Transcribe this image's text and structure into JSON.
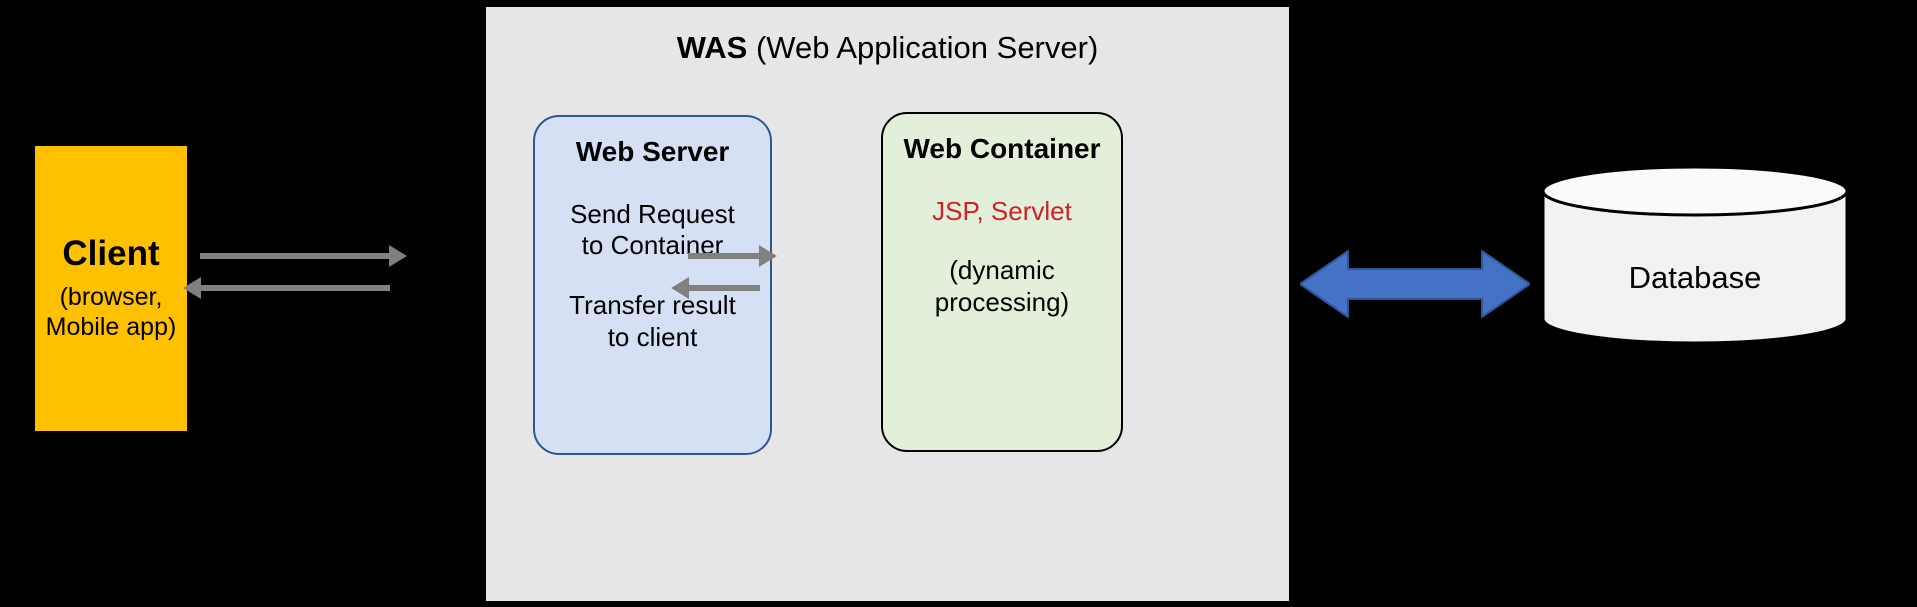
{
  "diagram": {
    "title_visible": false,
    "colors": {
      "background": "#000000",
      "client_fill": "#FFC000",
      "was_panel_fill": "#E6E6E6",
      "web_server_fill": "#D6E0F5",
      "web_server_border": "#2F5597",
      "web_container_fill": "#E2EFDA",
      "web_container_border": "#000000",
      "database_fill": "#F2F2F2",
      "database_border": "#000000",
      "gray_arrow": "#808080",
      "blue_arrow": "#4472C4",
      "blue_arrow_border": "#2F5597",
      "accent_red": "#D12026"
    }
  },
  "client": {
    "title": "Client",
    "subtitle_line1": "(browser,",
    "subtitle_line2": "Mobile app)"
  },
  "was": {
    "abbr": "WAS",
    "expansion": "(Web Application Server)"
  },
  "web_server": {
    "title": "Web Server",
    "para1_line1": "Send Request",
    "para1_line2": "to Container",
    "para2_line1": "Transfer result",
    "para2_line2": "to client"
  },
  "web_container": {
    "title": "Web Container",
    "tech": "JSP, Servlet",
    "para_line1": "(dynamic",
    "para_line2": "processing)"
  },
  "database": {
    "label": "Database"
  },
  "arrows": [
    {
      "name": "client-to-was",
      "direction": "right",
      "style": "gray-line"
    },
    {
      "name": "was-to-client",
      "direction": "left",
      "style": "gray-line"
    },
    {
      "name": "web-server-to-web-container",
      "direction": "right",
      "style": "gray-line"
    },
    {
      "name": "web-container-to-web-server",
      "direction": "left",
      "style": "gray-line"
    },
    {
      "name": "was-to-database",
      "direction": "both",
      "style": "blue-block"
    }
  ]
}
